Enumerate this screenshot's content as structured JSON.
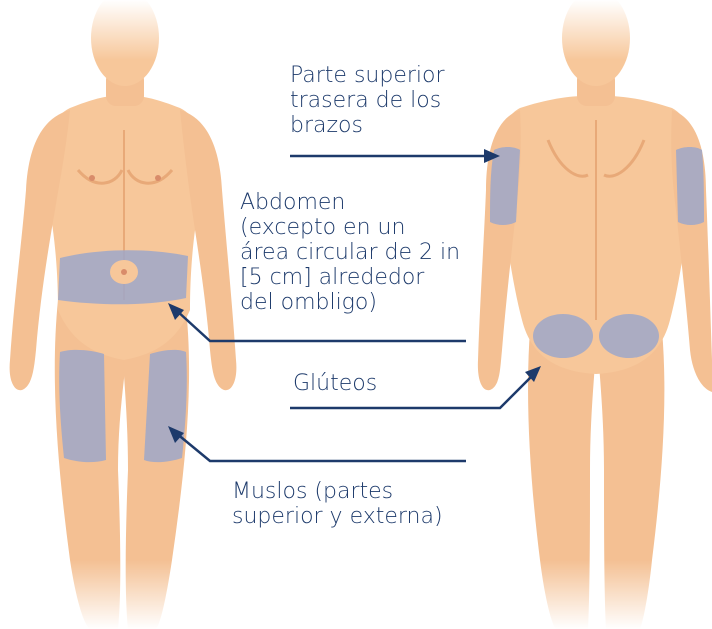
{
  "labels": {
    "upper_arms": "Parte superior\ntrasera de los\nbrazos",
    "abdomen": "Abdomen\n(excepto en un\nárea circular de 2 in\n[5 cm] alrededor\ndel ombligo)",
    "buttocks": "Glúteos",
    "thighs": "Muslos (partes\nsuperior y externa)"
  },
  "colors": {
    "skin": "#f7c79a",
    "skin_shadow": "#e8a978",
    "injection_zone": "#9ea7c9",
    "leader_line": "#1d3a6b",
    "text": "#1d3a6b"
  }
}
